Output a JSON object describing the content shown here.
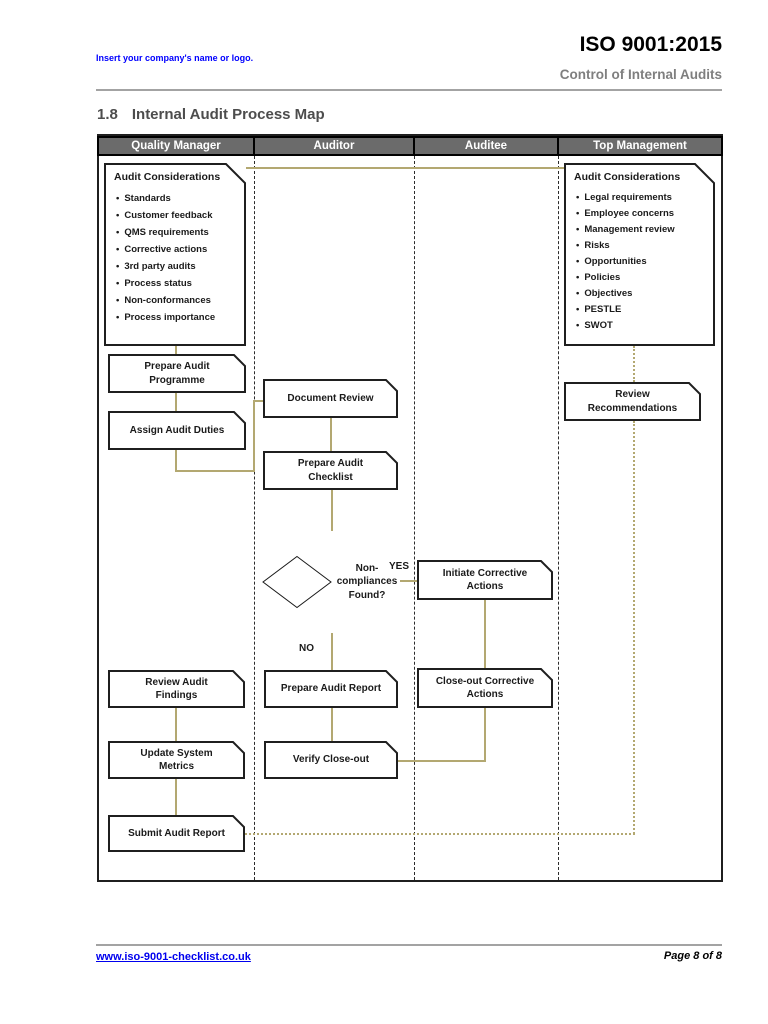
{
  "header": {
    "company_placeholder": "Insert your company's name or logo.",
    "doc_title": "ISO 9001:2015",
    "doc_subtitle": "Control of Internal Audits"
  },
  "section": {
    "number": "1.8",
    "title": "Internal Audit Process Map"
  },
  "diagram": {
    "lanes": [
      "Quality Manager",
      "Auditor",
      "Auditee",
      "Top Management"
    ],
    "considerations_left": {
      "title": "Audit Considerations",
      "items": [
        "Standards",
        "Customer feedback",
        "QMS requirements",
        "Corrective actions",
        "3rd party audits",
        "Process status",
        "Non-conformances",
        "Process importance"
      ]
    },
    "considerations_right": {
      "title": "Audit Considerations",
      "items": [
        "Legal requirements",
        "Employee concerns",
        "Management review",
        "Risks",
        "Opportunities",
        "Policies",
        "Objectives",
        "PESTLE",
        "SWOT"
      ]
    },
    "nodes": {
      "prepare_audit_programme": "Prepare Audit\nProgramme",
      "assign_audit_duties": "Assign Audit Duties",
      "document_review": "Document Review",
      "prepare_audit_checklist": "Prepare Audit\nChecklist",
      "initiate_corrective_actions": "Initiate Corrective\nActions",
      "review_audit_findings": "Review Audit\nFindings",
      "prepare_audit_report": "Prepare Audit Report",
      "close_out_corrective_actions": "Close-out Corrective\nActions",
      "update_system_metrics": "Update System\nMetrics",
      "verify_close_out": "Verify Close-out",
      "submit_audit_report": "Submit Audit Report",
      "review_recommendations": "Review\nRecommendations"
    },
    "decision": {
      "label": "Non-compliances\nFound?",
      "yes_label": "YES",
      "no_label": "NO"
    },
    "colors": {
      "connector": "#b3a871",
      "lane_header_bg": "#6b6b6b"
    }
  },
  "footer": {
    "link": "www.iso-9001-checklist.co.uk",
    "page_label": "Page 8 of 8"
  }
}
